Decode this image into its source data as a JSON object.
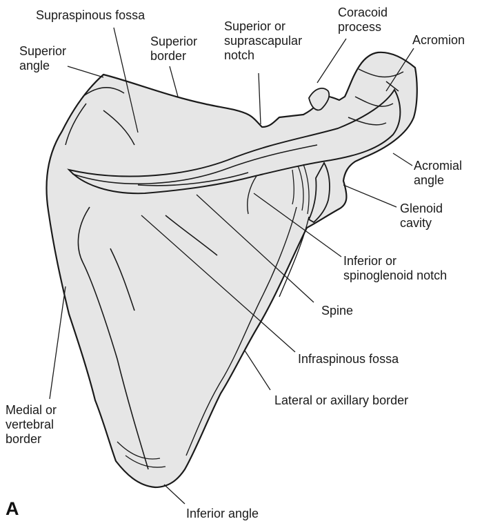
{
  "panel_label": "A",
  "bone_fill": "#e6e6e6",
  "line_color": "#1a1a1a",
  "labels": {
    "supraspinous_fossa": [
      "Supraspinous fossa"
    ],
    "superior_angle": [
      "Superior",
      "angle"
    ],
    "superior_border": [
      "Superior",
      "border"
    ],
    "suprascapular_notch": [
      "Superior or",
      "suprascapular",
      "notch"
    ],
    "coracoid_process": [
      "Coracoid",
      "process"
    ],
    "acromion": [
      "Acromion"
    ],
    "acromial_angle": [
      "Acromial",
      "angle"
    ],
    "glenoid_cavity": [
      "Glenoid",
      "cavity"
    ],
    "spinoglenoid_notch": [
      "Inferior or",
      "spinoglenoid notch"
    ],
    "spine": [
      "Spine"
    ],
    "infraspinous_fossa": [
      "Infraspinous fossa"
    ],
    "lateral_border": [
      "Lateral or axillary border"
    ],
    "medial_border": [
      "Medial or",
      "vertebral",
      "border"
    ],
    "inferior_angle": [
      "Inferior angle"
    ]
  }
}
